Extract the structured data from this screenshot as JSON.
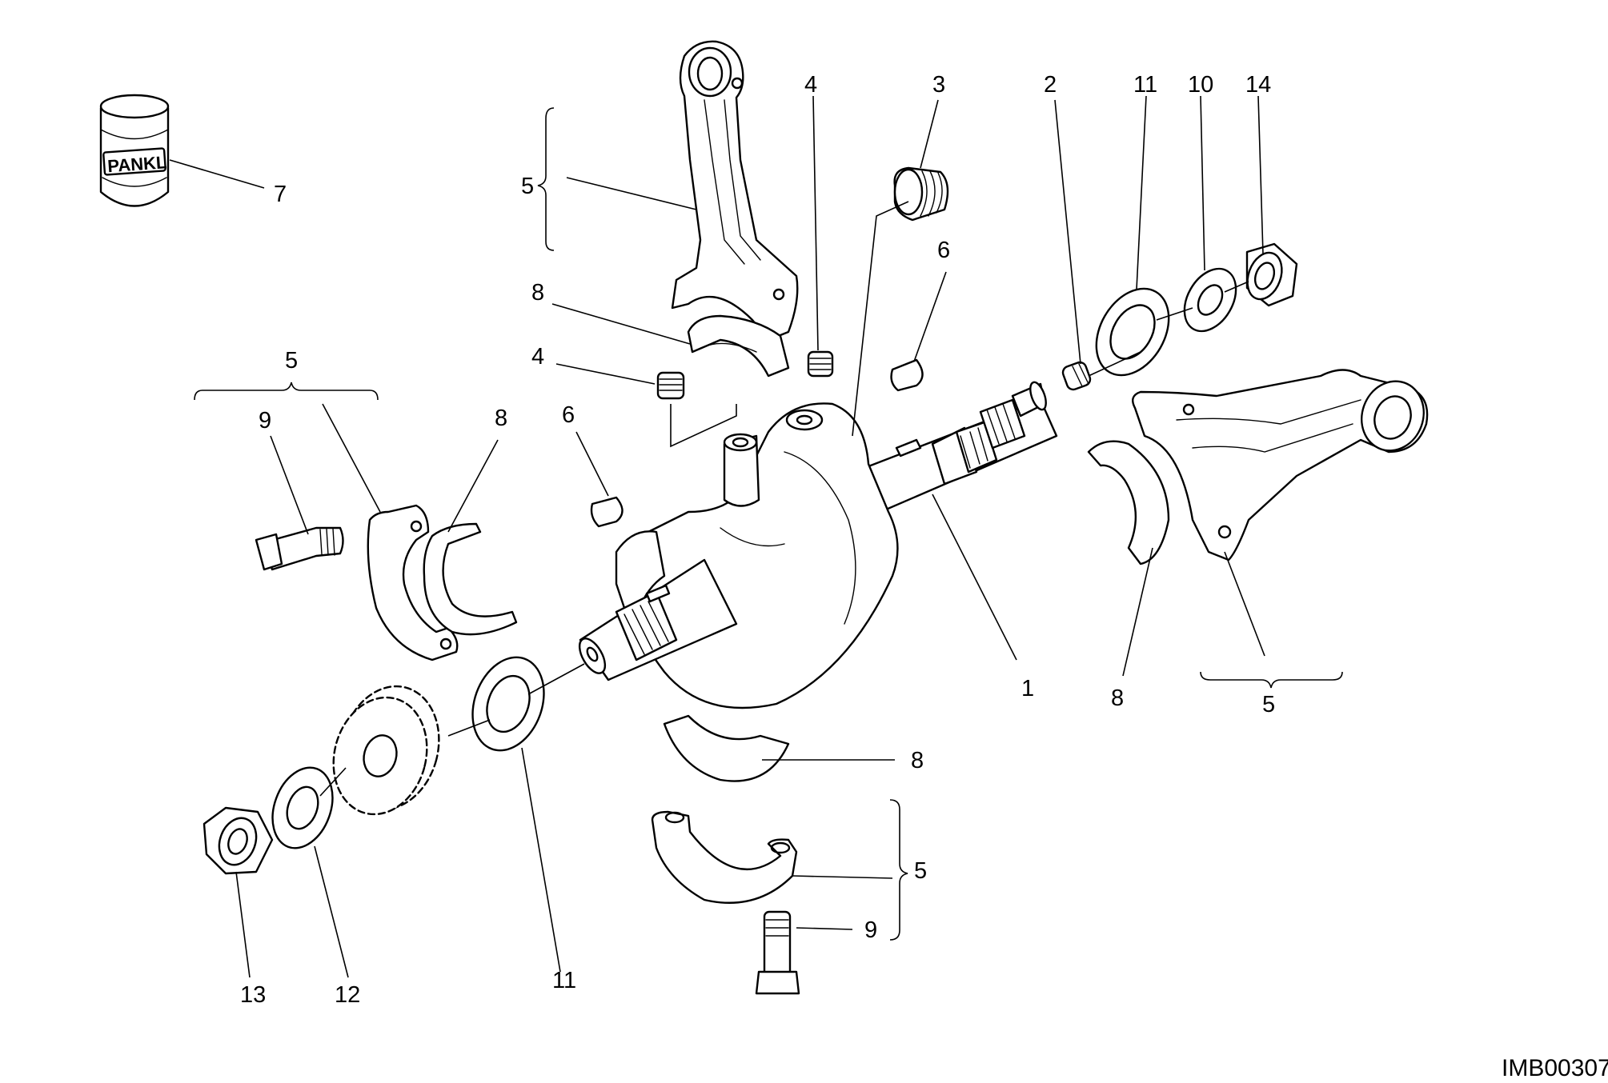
{
  "diagram": {
    "image_code": "IMB00307",
    "can_brand": "PANKL",
    "callouts": {
      "c1": "1",
      "c2": "2",
      "c3": "3",
      "c4a": "4",
      "c4b": "4",
      "c5a": "5",
      "c5b": "5",
      "c5c": "5",
      "c5d": "5",
      "c6a": "6",
      "c6b": "6",
      "c7": "7",
      "c8a": "8",
      "c8b": "8",
      "c8c": "8",
      "c8d": "8",
      "c9a": "9",
      "c9b": "9",
      "c10": "10",
      "c11a": "11",
      "c11b": "11",
      "c12": "12",
      "c13": "13",
      "c14": "14"
    }
  }
}
